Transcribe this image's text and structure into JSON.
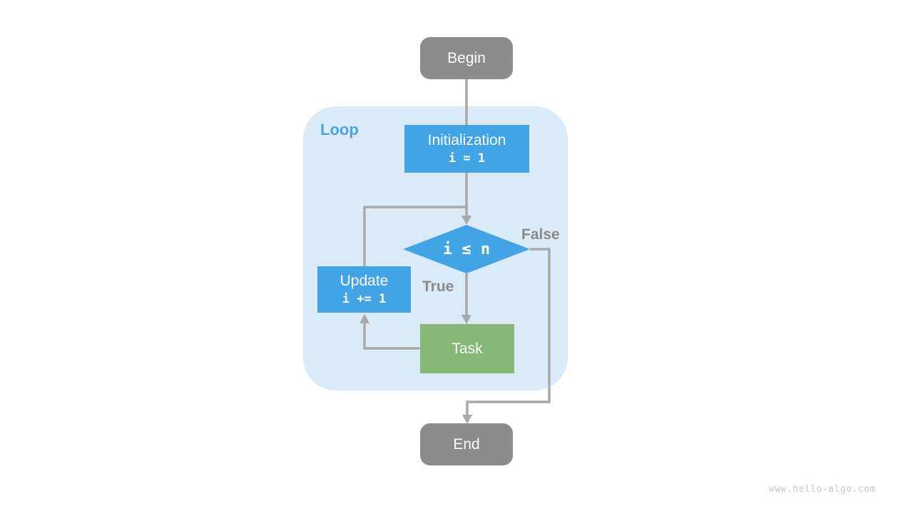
{
  "page": {
    "watermark": "www.hello-algo.com"
  },
  "colors": {
    "node_blue": "#42a4e4",
    "node_green": "#85b878",
    "node_gray": "#8c8c8c",
    "loop_background": "#dbeaf7",
    "loop_label_blue": "#4aa4e0",
    "edge_gray": "#a9a9a9",
    "edge_label_gray": "#8a8a8a",
    "text_white": "#ffffff",
    "watermark_gray": "#c8c8c8"
  },
  "flowchart": {
    "loop": {
      "label": "Loop"
    },
    "nodes": {
      "begin": {
        "label": "Begin",
        "type": "terminal"
      },
      "initialization": {
        "label": "Initialization",
        "code": "i = 1",
        "type": "process"
      },
      "condition": {
        "label": "i ≤ n",
        "type": "decision"
      },
      "update": {
        "label": "Update",
        "code": "i += 1",
        "type": "process"
      },
      "task": {
        "label": "Task",
        "type": "process"
      },
      "end": {
        "label": "End",
        "type": "terminal"
      }
    },
    "edges": {
      "true_label": "True",
      "false_label": "False"
    }
  }
}
